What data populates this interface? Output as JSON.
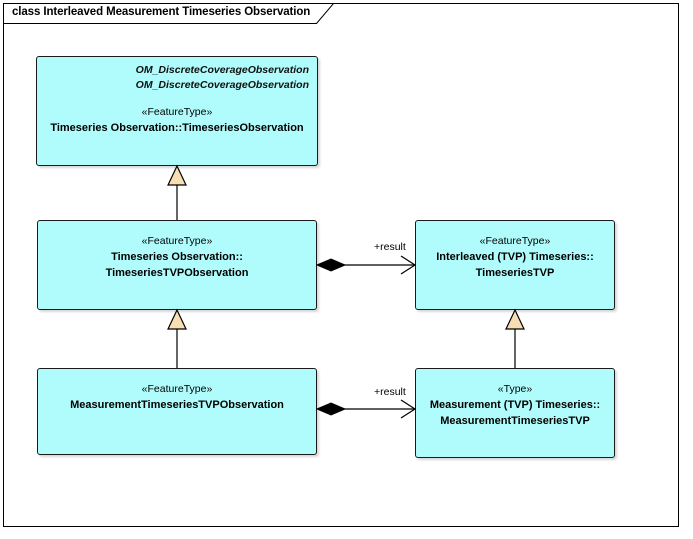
{
  "diagram": {
    "title": "class Interleaved Measurement Timeseries Observation",
    "colors": {
      "class_fill": "#b0fcfc",
      "class_border": "#1a1a1a",
      "generalization_fill": "#f5dfb3",
      "connector_stroke": "#000000",
      "composition_diamond": "#000000",
      "frame_border": "#000000",
      "page_background": "#ffffff"
    }
  },
  "classes": [
    {
      "id": "timeseries-observation",
      "interfaces": [
        "OM_DiscreteCoverageObservation",
        "OM_DiscreteCoverageObservation"
      ],
      "stereotype": "«FeatureType»",
      "name_lines": [
        "Timeseries Observation::TimeseriesObservation"
      ]
    },
    {
      "id": "timeseries-tvp-observation",
      "interfaces": [],
      "stereotype": "«FeatureType»",
      "name_lines": [
        "Timeseries Observation::",
        "TimeseriesTVPObservation"
      ]
    },
    {
      "id": "interleaved-tvp-timeseries-tvp",
      "interfaces": [],
      "stereotype": "«FeatureType»",
      "name_lines": [
        "Interleaved (TVP) Timeseries::",
        "TimeseriesTVP"
      ]
    },
    {
      "id": "measurement-timeseries-tvp-observation",
      "interfaces": [],
      "stereotype": "«FeatureType»",
      "name_lines": [
        "MeasurementTimeseriesTVPObservation"
      ]
    },
    {
      "id": "measurement-tvp-timeseries-tvp",
      "interfaces": [],
      "stereotype": "«Type»",
      "name_lines": [
        "Measurement (TVP) Timeseries::",
        "MeasurementTimeseriesTVP"
      ]
    }
  ],
  "connectors": [
    {
      "id": "gen-tsobs-from-tstvpobs",
      "type": "generalization",
      "source": "timeseries-tvp-observation",
      "target": "timeseries-observation",
      "label": ""
    },
    {
      "id": "gen-tstvpobs-from-mtstvpobs",
      "type": "generalization",
      "source": "measurement-timeseries-tvp-observation",
      "target": "timeseries-tvp-observation",
      "label": ""
    },
    {
      "id": "gen-tstvp-from-mtstvp",
      "type": "generalization",
      "source": "measurement-tvp-timeseries-tvp",
      "target": "interleaved-tvp-timeseries-tvp",
      "label": ""
    },
    {
      "id": "comp-tstvpobs-result-tstvp",
      "type": "composition",
      "source": "timeseries-tvp-observation",
      "target": "interleaved-tvp-timeseries-tvp",
      "label": "+result"
    },
    {
      "id": "comp-mtstvpobs-result-mtstvp",
      "type": "composition",
      "source": "measurement-timeseries-tvp-observation",
      "target": "measurement-tvp-timeseries-tvp",
      "label": "+result"
    }
  ]
}
